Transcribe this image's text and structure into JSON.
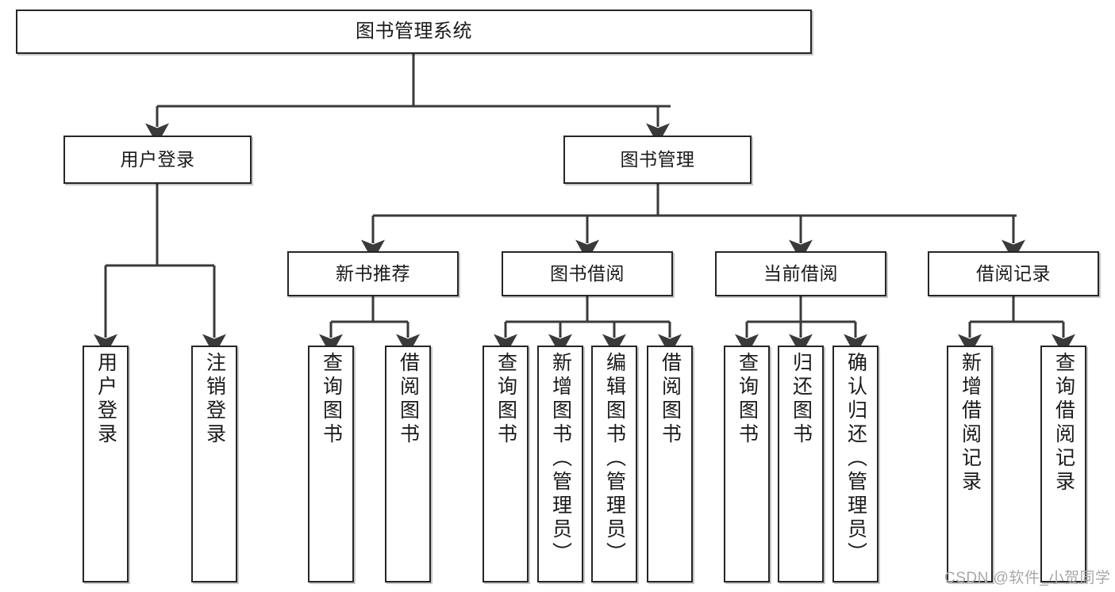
{
  "diagram": {
    "title": "图书管理系统",
    "type": "tree-hierarchy",
    "watermark": "CSDN @软件_小贺同学",
    "colors": {
      "node_border": "#262626",
      "node_fill": "#ffffff",
      "edge": "#3a3a3a",
      "text": "#1a1a1a",
      "watermark": "#a8a8a8",
      "background": "#ffffff"
    },
    "root": {
      "label": "图书管理系统"
    },
    "level2": [
      {
        "label": "用户登录"
      },
      {
        "label": "图书管理"
      }
    ],
    "level3": [
      {
        "label": "新书推荐"
      },
      {
        "label": "图书借阅"
      },
      {
        "label": "当前借阅"
      },
      {
        "label": "借阅记录"
      }
    ],
    "leaves": {
      "user_login": [
        {
          "label": "用户登录"
        },
        {
          "label": "注销登录"
        }
      ],
      "new_book_recommend": [
        {
          "label": "查询图书"
        },
        {
          "label": "借阅图书"
        }
      ],
      "book_borrow": [
        {
          "label": "查询图书"
        },
        {
          "label": "新增图书（管理员）"
        },
        {
          "label": "编辑图书（管理员）"
        },
        {
          "label": "借阅图书"
        }
      ],
      "current_borrow": [
        {
          "label": "查询图书"
        },
        {
          "label": "归还图书"
        },
        {
          "label": "确认归还（管理员）"
        }
      ],
      "borrow_record": [
        {
          "label": "新增借阅记录"
        },
        {
          "label": "查询借阅记录"
        }
      ]
    }
  }
}
